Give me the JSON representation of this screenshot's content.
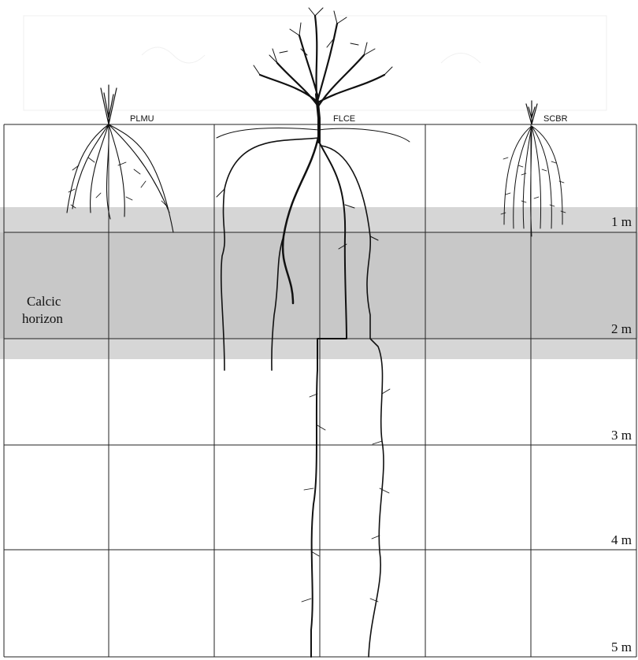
{
  "plants": [
    {
      "code": "PLMU"
    },
    {
      "code": "FLCE"
    },
    {
      "code": "SCBR"
    }
  ],
  "depth_labels": [
    "1 m",
    "2 m",
    "3 m",
    "4 m",
    "5 m"
  ],
  "horizon": {
    "line1": "Calcic",
    "line2": "horizon"
  },
  "colors": {
    "band_light": "#d6d6d6",
    "band_dark": "#c8c8c8",
    "ink": "#111111",
    "grid": "#222222"
  }
}
